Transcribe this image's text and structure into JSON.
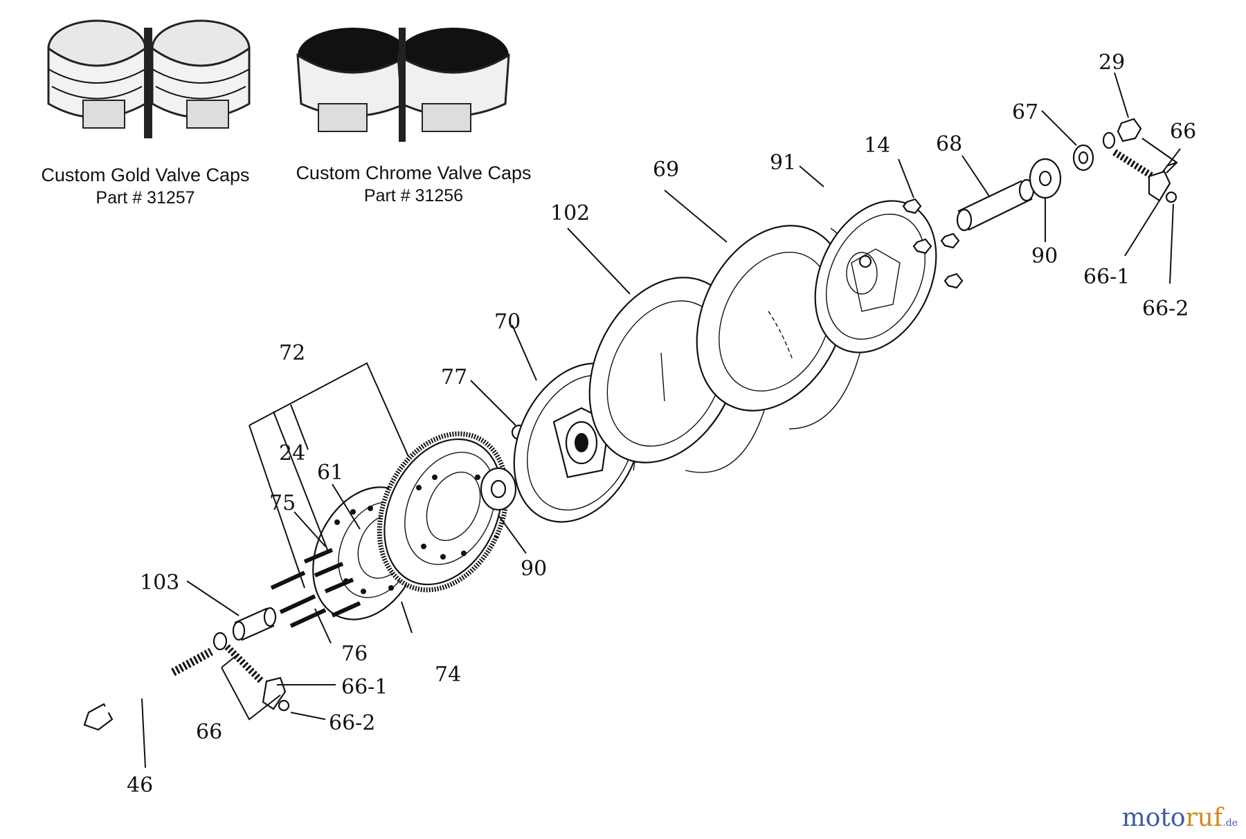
{
  "captions": {
    "gold": {
      "title": "Custom Gold Valve Caps",
      "part": "Part # 31257"
    },
    "chrome": {
      "title": "Custom Chrome Valve Caps",
      "part": "Part # 31256"
    }
  },
  "callouts": [
    "29",
    "67",
    "66",
    "14",
    "68",
    "91",
    "69",
    "102",
    "90",
    "66-1",
    "66-2",
    "70",
    "77",
    "72",
    "24",
    "61",
    "75",
    "90",
    "103",
    "76",
    "74",
    "66-1",
    "66-2",
    "66",
    "46"
  ],
  "watermark": {
    "brand_a": "moto",
    "brand_b": "ruf",
    "suffix": ".de"
  }
}
